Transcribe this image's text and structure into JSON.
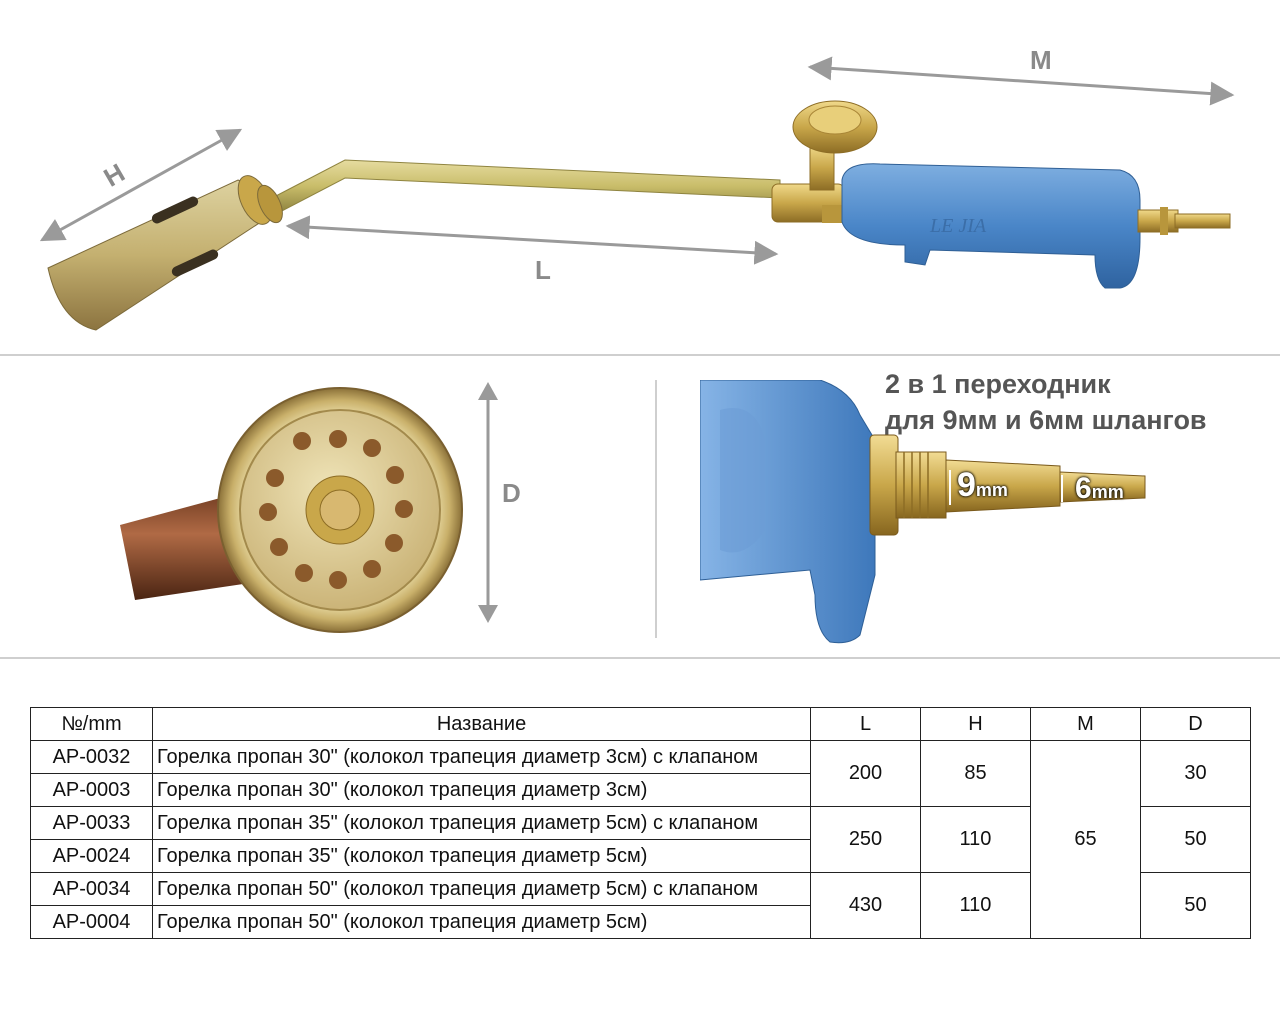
{
  "dimensions": {
    "h": "H",
    "l": "L",
    "m": "M",
    "d": "D"
  },
  "product_marking": "LE JIA",
  "adapter": {
    "title_line1": "2 в 1 переходник",
    "title_line2": "для 9мм и 6мм шлангов",
    "size_large": "9",
    "size_small": "6",
    "unit": "mm"
  },
  "table": {
    "headers": [
      "№/mm",
      "Название",
      "L",
      "H",
      "M",
      "D"
    ],
    "rows": [
      {
        "code": "AP-0032",
        "name": "Горелка пропан 30\" (колокол трапеция диаметр 3см) с клапаном"
      },
      {
        "code": "AP-0003",
        "name": "Горелка пропан 30\" (колокол трапеция диаметр 3см)"
      },
      {
        "code": "AP-0033",
        "name": "Горелка пропан 35\" (колокол трапеция диаметр 5см) с клапаном"
      },
      {
        "code": "AP-0024",
        "name": "Горелка пропан 35\" (колокол трапеция диаметр 5см)"
      },
      {
        "code": "AP-0034",
        "name": "Горелка пропан 50\" (колокол трапеция диаметр 5см) с клапаном"
      },
      {
        "code": "AP-0004",
        "name": "Горелка пропан 50\" (колокол трапеция диаметр 5см)"
      }
    ],
    "groups": [
      {
        "L": "200",
        "H": "85",
        "D": "30"
      },
      {
        "L": "250",
        "H": "110",
        "D": "50"
      },
      {
        "L": "430",
        "H": "110",
        "D": "50"
      }
    ],
    "m_value": "65"
  },
  "colors": {
    "brass": "#c9a74a",
    "blue_handle": "#4a86c8",
    "arrow": "#9a9a9a"
  }
}
